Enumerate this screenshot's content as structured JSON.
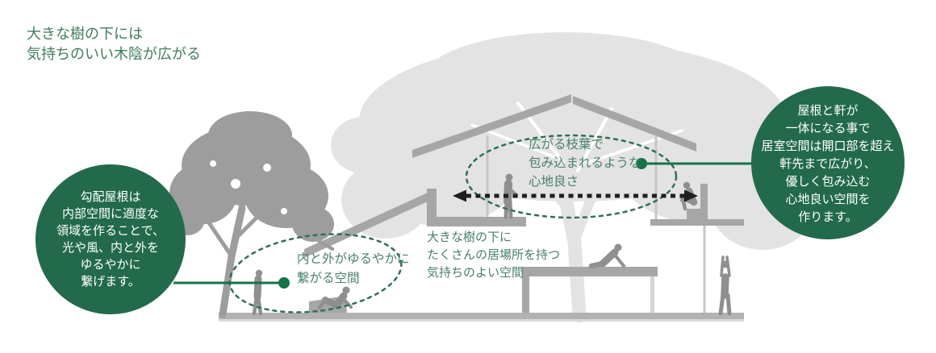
{
  "title": {
    "lines": [
      "大きな樹の下には",
      "気持ちのいい木陰が広がる"
    ]
  },
  "diagram_labels": {
    "canopy_zone": {
      "lines": [
        "広がる枝葉で",
        "包み込まれるような",
        "心地良さ"
      ]
    },
    "under_tree": {
      "lines": [
        "大きな樹の下に",
        "たくさんの居場所を持つ",
        "気持ちのよい空間"
      ]
    },
    "inside_outside_zone": {
      "lines": [
        "内と外がゆるやかに",
        "繋がる空間"
      ]
    }
  },
  "callouts": {
    "left": {
      "lines": [
        "勾配屋根は",
        "内部空間に適度な",
        "領域を作ることで、",
        "光や風、内と外を",
        "ゆるやかに",
        "繋げます。"
      ]
    },
    "right": {
      "lines": [
        "屋根と軒が",
        "一体になる事で",
        "居室空間は開口部を超え",
        "軒先まで広がり、",
        "優しく包み込む",
        "心地良い空間を",
        "作ります。"
      ]
    }
  },
  "icons": {
    "zone_marker": "filled-green-dot",
    "span_arrow": "double-headed-dashed-arrow",
    "zone_outline": "dotted-ellipse"
  },
  "colors": {
    "callout_green": "#226a4b",
    "title_green": "#417c5f",
    "label_green": "#47806a",
    "dotted_outline_green": "#2e7150",
    "connector_green": "#157347",
    "arrow_black": "#1f1f1f",
    "house_gray": "#a6a6a6",
    "figure_gray": "#8f8f8f",
    "near_tree_gray": "#9d9d9d",
    "far_tree_gray": "#e3e3e3",
    "ground_gray": "#b2b2b2"
  }
}
